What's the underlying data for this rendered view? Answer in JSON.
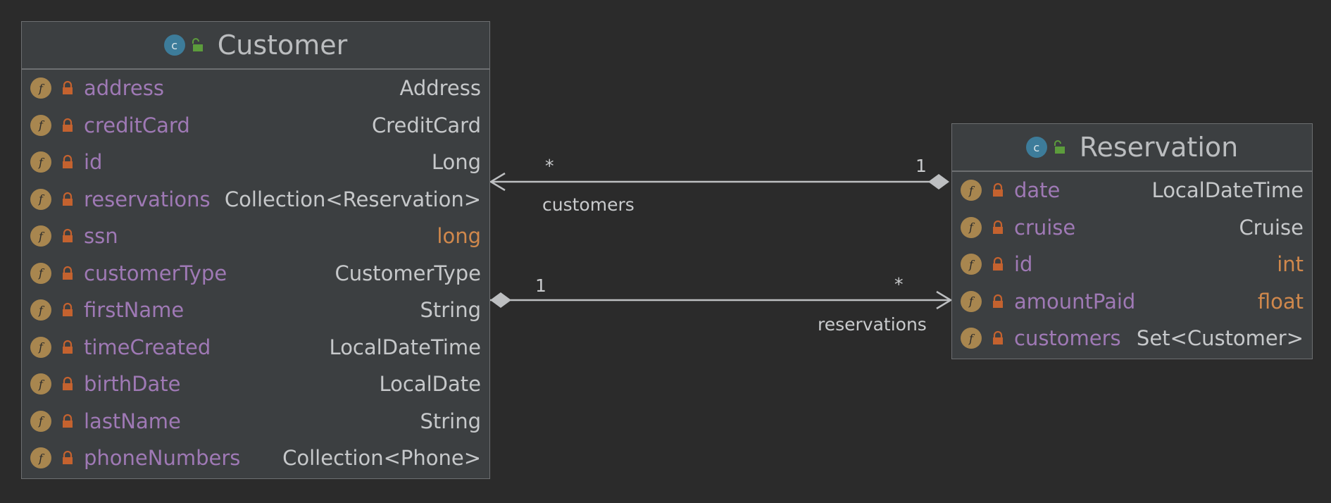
{
  "diagram": {
    "classes": [
      {
        "name": "Customer",
        "icon": "class-icon",
        "icon_letter": "c",
        "visibility_icon": "public-unlock-icon",
        "fields": [
          {
            "name": "address",
            "type": "Address",
            "primitive": false
          },
          {
            "name": "creditCard",
            "type": "CreditCard",
            "primitive": false
          },
          {
            "name": "id",
            "type": "Long",
            "primitive": false
          },
          {
            "name": "reservations",
            "type": "Collection<Reservation>",
            "primitive": false
          },
          {
            "name": "ssn",
            "type": "long",
            "primitive": true
          },
          {
            "name": "customerType",
            "type": "CustomerType",
            "primitive": false
          },
          {
            "name": "firstName",
            "type": "String",
            "primitive": false
          },
          {
            "name": "timeCreated",
            "type": "LocalDateTime",
            "primitive": false
          },
          {
            "name": "birthDate",
            "type": "LocalDate",
            "primitive": false
          },
          {
            "name": "lastName",
            "type": "String",
            "primitive": false
          },
          {
            "name": "phoneNumbers",
            "type": "Collection<Phone>",
            "primitive": false
          }
        ]
      },
      {
        "name": "Reservation",
        "icon": "class-icon",
        "icon_letter": "c",
        "visibility_icon": "public-unlock-icon",
        "fields": [
          {
            "name": "date",
            "type": "LocalDateTime",
            "primitive": false
          },
          {
            "name": "cruise",
            "type": "Cruise",
            "primitive": false
          },
          {
            "name": "id",
            "type": "int",
            "primitive": true
          },
          {
            "name": "amountPaid",
            "type": "float",
            "primitive": true
          },
          {
            "name": "customers",
            "type": "Set<Customer>",
            "primitive": false
          }
        ]
      }
    ],
    "field_icon_letter": "f",
    "relations": [
      {
        "from": "Reservation",
        "to": "Customer",
        "label": "customers",
        "source_multiplicity": "1",
        "target_multiplicity": "*"
      },
      {
        "from": "Customer",
        "to": "Reservation",
        "label": "reservations",
        "source_multiplicity": "1",
        "target_multiplicity": "*"
      }
    ]
  },
  "colors": {
    "background": "#2b2b2b",
    "class_body": "#3c3f41",
    "border": "#6d6f71",
    "field_name": "#9f79b5",
    "field_type": "#c6c8ca",
    "primitive_type": "#d0884c",
    "field_icon": "#a8864f",
    "lock": "#c4622f",
    "class_icon": "#3d7c9a",
    "unlock": "#5c9c3c",
    "line": "#bdbfc1"
  }
}
